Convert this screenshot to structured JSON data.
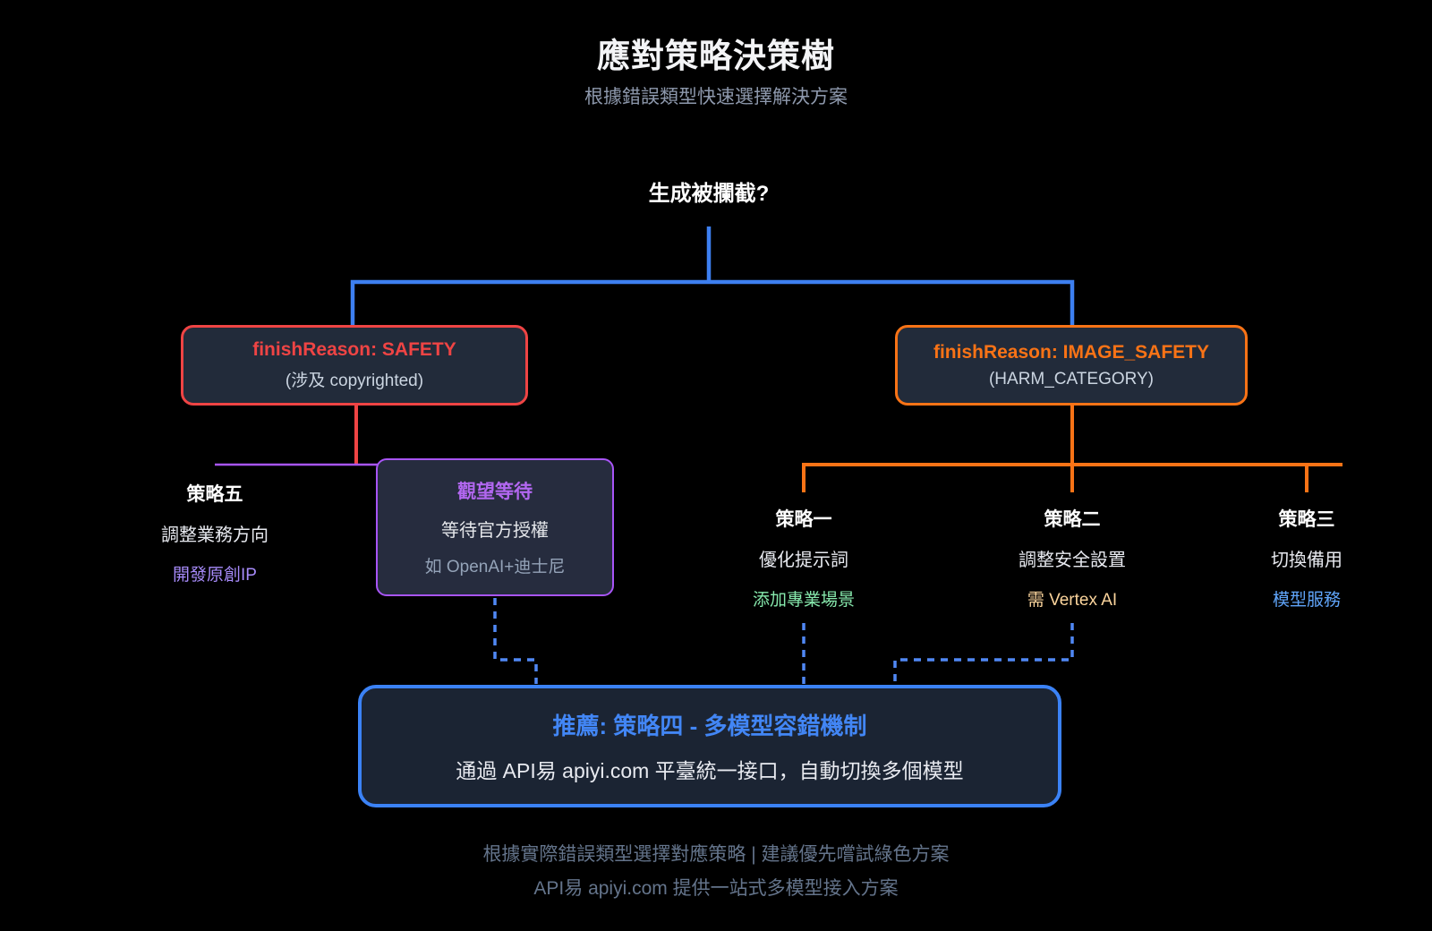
{
  "page": {
    "title": "應對策略決策樹",
    "subtitle": "根據錯誤類型快速選擇解決方案"
  },
  "root": {
    "question": "生成被攔截?"
  },
  "branches": {
    "safety": {
      "title": "finishReason: SAFETY",
      "subtitle": "(涉及 copyrighted)"
    },
    "image_safety": {
      "title": "finishReason: IMAGE_SAFETY",
      "subtitle": "(HARM_CATEGORY)"
    }
  },
  "strategies": {
    "strategy5": {
      "title": "策略五",
      "line1": "調整業務方向",
      "line2": "開發原創IP"
    },
    "wait": {
      "title": "觀望等待",
      "line1": "等待官方授權",
      "line2": "如 OpenAI+迪士尼"
    },
    "strategy1": {
      "title": "策略一",
      "line1": "優化提示詞",
      "line2": "添加專業場景"
    },
    "strategy2": {
      "title": "策略二",
      "line1": "調整安全設置",
      "line2": "需 Vertex AI"
    },
    "strategy3": {
      "title": "策略三",
      "line1": "切換備用",
      "line2": "模型服務"
    }
  },
  "recommendation": {
    "title": "推薦: 策略四 - 多模型容錯機制",
    "subtitle": "通過 API易 apiyi.com 平臺統一接口，自動切換多個模型"
  },
  "footer": {
    "line1": "根據實際錯誤類型選擇對應策略 | 建議優先嚐試綠色方案",
    "line2": "API易 apiyi.com 提供一站式多模型接入方案"
  },
  "colors": {
    "background": "#000000",
    "connector_blue": "#3d7ff0",
    "connector_dashed_blue": "#5088f5",
    "safety_red": "#ef4444",
    "image_safety_orange": "#f97316",
    "wait_purple": "#a855f7",
    "strategy5_accent": "#a78bfa",
    "strategy1_accent": "#86e8ac",
    "strategy2_accent": "#fbd49c",
    "strategy3_accent": "#60a5fa",
    "recommend_blue": "#3b82f6",
    "node_background": "#222b3a",
    "muted_text": "#94a3b8",
    "footer_text": "#64748b"
  }
}
